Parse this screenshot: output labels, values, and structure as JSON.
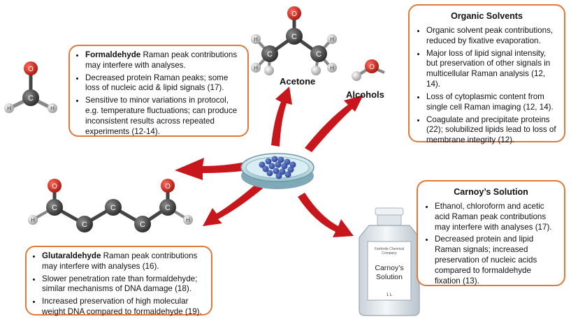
{
  "formaldehyde": {
    "items": [
      {
        "bold": "Formaldehyde",
        "text": " Raman peak contributions may interfere with analyses."
      },
      {
        "bold": "",
        "text": "Decreased protein Raman peaks; some loss of nucleic acid & lipid signals (17)."
      },
      {
        "bold": "",
        "text": "Sensitive to minor variations in protocol, e.g. temperature fluctuations; can produce inconsistent results across repeated experiments (12-14)."
      }
    ]
  },
  "organic": {
    "title": "Organic Solvents",
    "items": [
      "Organic solvent peak contributions, reduced by fixative evaporation.",
      "Major loss of lipid signal intensity, but preservation of other signals in multicellular Raman analysis (12, 14).",
      "Loss of cytoplasmic content from single cell Raman imaging (12, 14).",
      "Coagulate and precipitate proteins (22); solubilized lipids lead to loss of membrane integrity (12)."
    ]
  },
  "glutaraldehyde": {
    "items": [
      {
        "bold": "Glutaraldehyde",
        "text": " Raman peak contributions may interfere with analyses (16)."
      },
      {
        "bold": "",
        "text": "Slower penetration rate than formaldehyde; similar mechanisms of DNA damage (18)."
      },
      {
        "bold": "",
        "text": "Increased preservation of high molecular weight DNA compared to formaldehyde (19)."
      }
    ]
  },
  "carnoy": {
    "title": "Carnoy’s Solution",
    "items": [
      "Ethanol, chloroform and acetic acid Raman peak contributions may interfere with analyses (17).",
      "Decreased protein and lipid Raman signals; increased preservation of nucleic acids compared to formaldehyde fixation (13)."
    ]
  },
  "labels": {
    "acetone": "Acetone",
    "alcohols": "Alcohols"
  },
  "atoms": {
    "carbon": "C",
    "oxygen": "O",
    "hydrogen": "H"
  },
  "bottle": {
    "company_line1": "Faoforde Chemical",
    "company_line2": "Company",
    "name_line1": "Carnoy’s",
    "name_line2": "Solution",
    "volume": "1 L"
  },
  "colors": {
    "border": "#e07a3a",
    "arrow": "#c8161d",
    "carbon": "#3c3c3c",
    "oxygen": "#c0281e",
    "hydrogen": "#d8d8d8"
  }
}
